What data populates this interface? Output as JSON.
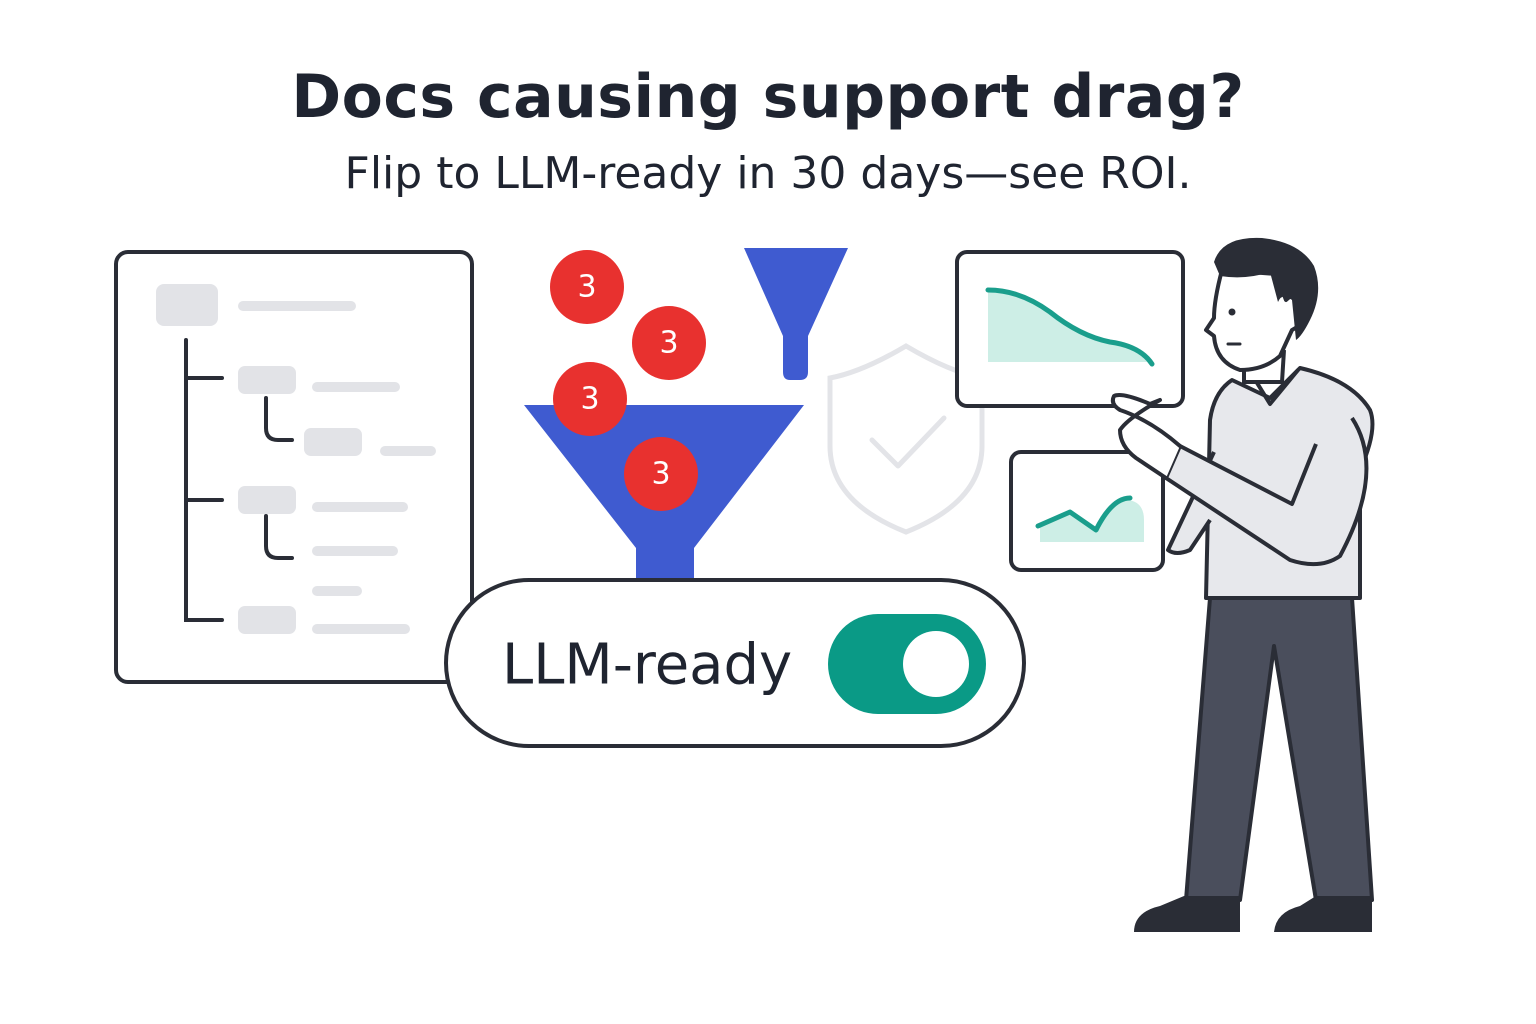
{
  "headline": "Docs causing support drag?",
  "subheadline": "Flip to LLM-ready in 30 days—see ROI.",
  "badges": [
    {
      "count": "3"
    },
    {
      "count": "3"
    },
    {
      "count": "3"
    },
    {
      "count": "3"
    }
  ],
  "toggle": {
    "label": "LLM-ready",
    "state": "on"
  },
  "icons": {
    "doc_tree": "document-tree-icon",
    "funnel": "funnel-icon",
    "shield": "shield-check-icon",
    "chart_down": "declining-area-chart-icon",
    "chart_up": "rising-area-chart-icon",
    "person": "person-pointing-illustration"
  },
  "colors": {
    "text": "#1f2430",
    "funnel_blue": "#3f5bd0",
    "badge_red": "#e8312f",
    "toggle_teal": "#0a9a86",
    "chart_teal": "#1a9e8c",
    "chart_fill": "#cdeee6",
    "placeholder_gray": "#e2e3e7",
    "pants": "#4a4e5c",
    "sweater": "#e7e8ec"
  }
}
